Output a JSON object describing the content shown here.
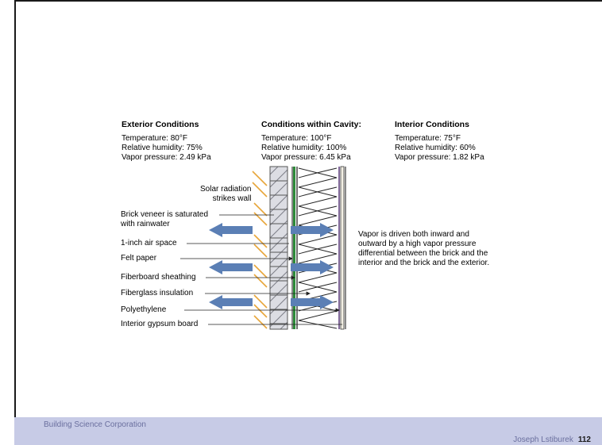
{
  "exterior": {
    "heading": "Exterior Conditions",
    "temperature": "Temperature: 80°F",
    "humidity": "Relative humidity: 75%",
    "vapor": "Vapor pressure: 2.49 kPa"
  },
  "cavity": {
    "heading": "Conditions within Cavity:",
    "temperature": "Temperature: 100°F",
    "humidity": "Relative humidity: 100%",
    "vapor": "Vapor pressure: 6.45 kPa"
  },
  "interior": {
    "heading": "Interior Conditions",
    "temperature": "Temperature: 75°F",
    "humidity": "Relative humidity: 60%",
    "vapor": "Vapor pressure: 1.82 kPa"
  },
  "labels": {
    "solar_line1": "Solar radiation",
    "solar_line2": "strikes wall",
    "brick_line1": "Brick veneer is saturated",
    "brick_line2": "with rainwater",
    "air_space": "1-inch air space",
    "felt": "Felt paper",
    "fiberboard": "Fiberboard sheathing",
    "fiberglass": "Fiberglass insulation",
    "poly": "Polyethylene",
    "gypsum": "Interior gypsum board"
  },
  "note": "Vapor is driven both inward and outward by a high vapor pressure differential between the brick and the interior and the brick and the exterior.",
  "footer": {
    "org": "Building Science Corporation",
    "author": "Joseph Lstiburek",
    "page": "112"
  },
  "colors": {
    "arrow": "#5b7fb5",
    "sun_ray": "#e8a63a",
    "footer_bg": "#c7cbe6",
    "sheathing": "#2e8b3a"
  }
}
